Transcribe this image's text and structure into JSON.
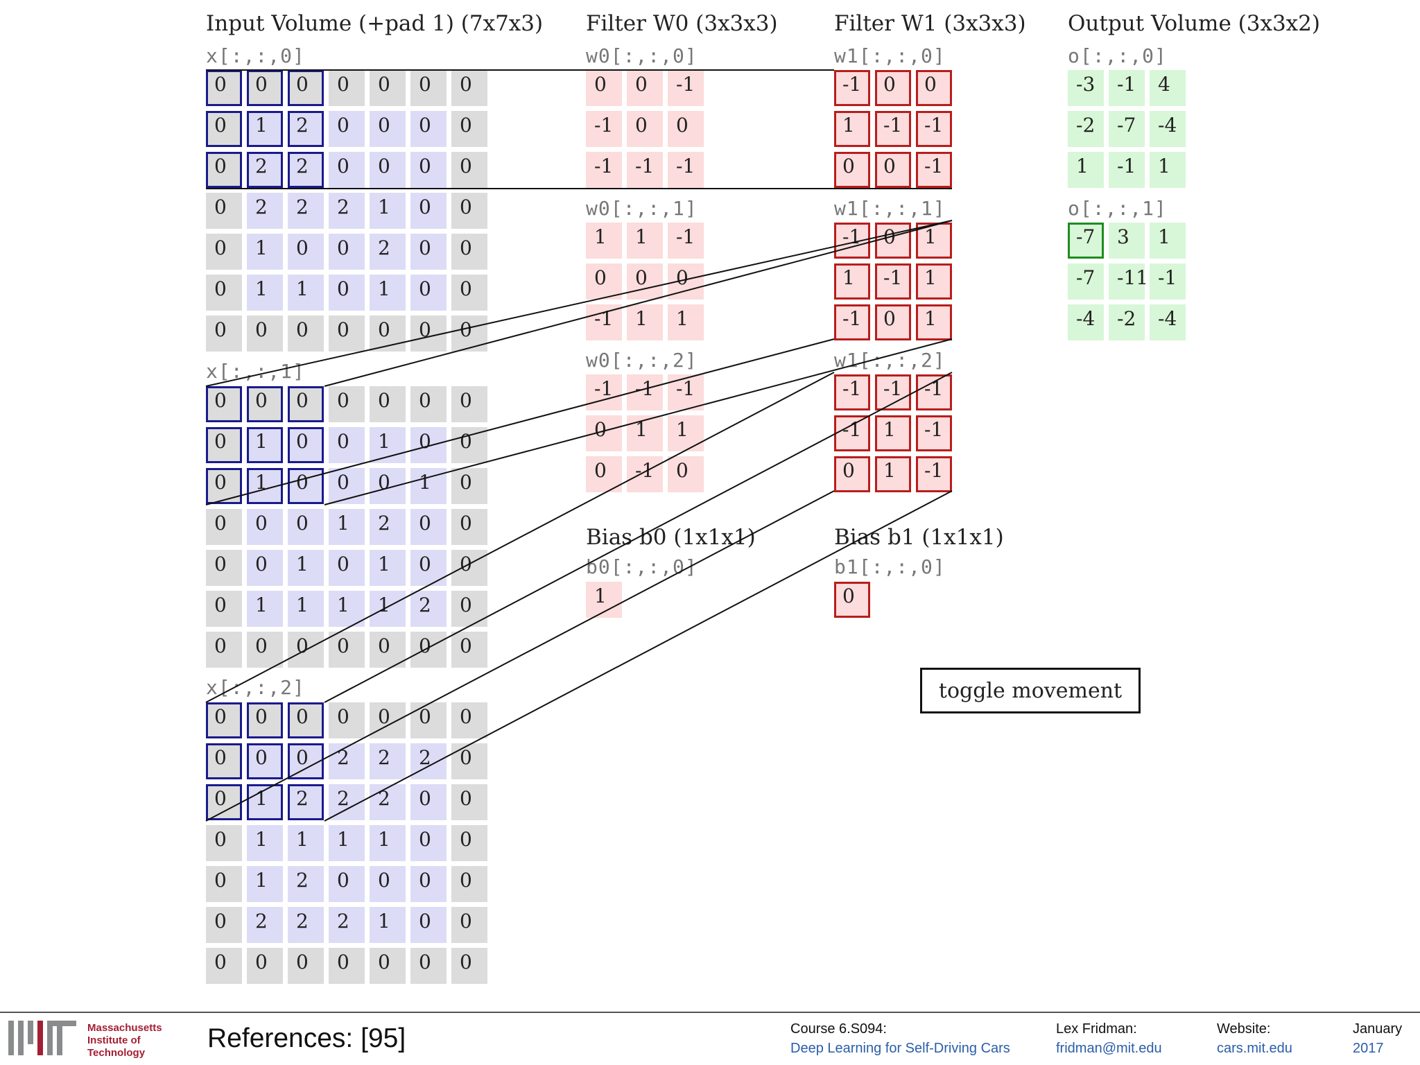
{
  "titles": {
    "input": "Input Volume (+pad 1) (7x7x3)",
    "w0": "Filter W0 (3x3x3)",
    "w1": "Filter W1 (3x3x3)",
    "output": "Output Volume (3x3x2)",
    "b0": "Bias b0 (1x1x1)",
    "b1": "Bias b1 (1x1x1)"
  },
  "input": {
    "labels": [
      "x[:,:,0]",
      "x[:,:,1]",
      "x[:,:,2]"
    ],
    "slices": [
      [
        [
          0,
          0,
          0,
          0,
          0,
          0,
          0
        ],
        [
          0,
          1,
          2,
          0,
          0,
          0,
          0
        ],
        [
          0,
          2,
          2,
          0,
          0,
          0,
          0
        ],
        [
          0,
          2,
          2,
          2,
          1,
          0,
          0
        ],
        [
          0,
          1,
          0,
          0,
          2,
          0,
          0
        ],
        [
          0,
          1,
          1,
          0,
          1,
          0,
          0
        ],
        [
          0,
          0,
          0,
          0,
          0,
          0,
          0
        ]
      ],
      [
        [
          0,
          0,
          0,
          0,
          0,
          0,
          0
        ],
        [
          0,
          1,
          0,
          0,
          1,
          0,
          0
        ],
        [
          0,
          1,
          0,
          0,
          0,
          1,
          0
        ],
        [
          0,
          0,
          0,
          1,
          2,
          0,
          0
        ],
        [
          0,
          0,
          1,
          0,
          1,
          0,
          0
        ],
        [
          0,
          1,
          1,
          1,
          1,
          2,
          0
        ],
        [
          0,
          0,
          0,
          0,
          0,
          0,
          0
        ]
      ],
      [
        [
          0,
          0,
          0,
          0,
          0,
          0,
          0
        ],
        [
          0,
          0,
          0,
          2,
          2,
          2,
          0
        ],
        [
          0,
          1,
          2,
          2,
          2,
          0,
          0
        ],
        [
          0,
          1,
          1,
          1,
          1,
          0,
          0
        ],
        [
          0,
          1,
          2,
          0,
          0,
          0,
          0
        ],
        [
          0,
          2,
          2,
          2,
          1,
          0,
          0
        ],
        [
          0,
          0,
          0,
          0,
          0,
          0,
          0
        ]
      ]
    ]
  },
  "w0": {
    "labels": [
      "w0[:,:,0]",
      "w0[:,:,1]",
      "w0[:,:,2]"
    ],
    "slices": [
      [
        [
          0,
          0,
          -1
        ],
        [
          -1,
          0,
          0
        ],
        [
          -1,
          -1,
          -1
        ]
      ],
      [
        [
          1,
          1,
          -1
        ],
        [
          0,
          0,
          0
        ],
        [
          -1,
          1,
          1
        ]
      ],
      [
        [
          -1,
          -1,
          -1
        ],
        [
          0,
          1,
          1
        ],
        [
          0,
          -1,
          0
        ]
      ]
    ]
  },
  "w1": {
    "labels": [
      "w1[:,:,0]",
      "w1[:,:,1]",
      "w1[:,:,2]"
    ],
    "slices": [
      [
        [
          -1,
          0,
          0
        ],
        [
          1,
          -1,
          -1
        ],
        [
          0,
          0,
          -1
        ]
      ],
      [
        [
          -1,
          0,
          1
        ],
        [
          1,
          -1,
          1
        ],
        [
          -1,
          0,
          1
        ]
      ],
      [
        [
          -1,
          -1,
          -1
        ],
        [
          -1,
          1,
          -1
        ],
        [
          0,
          1,
          -1
        ]
      ]
    ]
  },
  "b0": {
    "label": "b0[:,:,0]",
    "value": 1
  },
  "b1": {
    "label": "b1[:,:,0]",
    "value": 0
  },
  "output": {
    "labels": [
      "o[:,:,0]",
      "o[:,:,1]"
    ],
    "slices": [
      [
        [
          -3,
          -1,
          4
        ],
        [
          -2,
          -7,
          -4
        ],
        [
          1,
          -1,
          1
        ]
      ],
      [
        [
          -7,
          3,
          1
        ],
        [
          -7,
          -11,
          -1
        ],
        [
          -4,
          -2,
          -4
        ]
      ]
    ]
  },
  "toggle_label": "toggle movement",
  "footer": {
    "mit_name": [
      "Massachusetts",
      "Institute of",
      "Technology"
    ],
    "references": "References: [95]",
    "course_key": "Course 6.S094:",
    "course_value": "Deep Learning for Self-Driving Cars",
    "author_key": "Lex Fridman:",
    "author_value": "fridman@mit.edu",
    "website_key": "Website:",
    "website_value": "cars.mit.edu",
    "date_key": "January",
    "date_value": "2017"
  },
  "colors": {
    "input_highlight": "#1a1a8c",
    "filter_highlight": "#b81d1d",
    "output_highlight": "#1e8c1e",
    "link": "#2a5ea8",
    "mit_red": "#a31f34"
  }
}
